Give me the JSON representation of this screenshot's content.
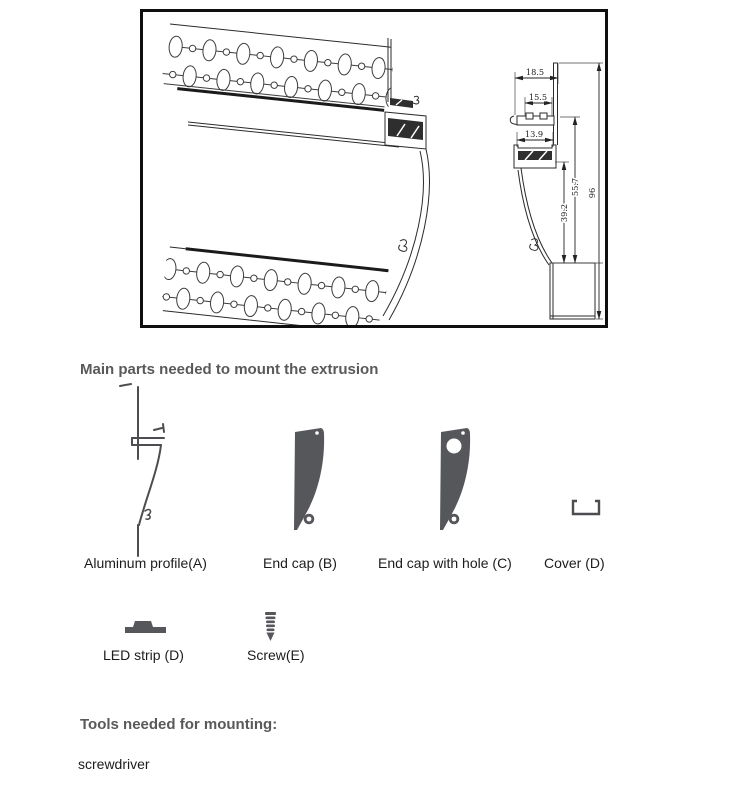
{
  "colors": {
    "heading": "#595959",
    "label": "#1c1c1c",
    "icon_fill": "#55575b",
    "line": "#2b2b2b"
  },
  "technical_drawing": {
    "dimensions": {
      "flange_width": "18.5",
      "recess_width": "15.5",
      "channel_width": "13.9",
      "curve_height": "39.2",
      "drop_height": "55.7",
      "total_height": "96"
    }
  },
  "parts_section": {
    "heading": "Main parts needed to mount the extrusion",
    "row1": [
      {
        "label": "Aluminum profile(A)"
      },
      {
        "label": "End cap (B)"
      },
      {
        "label": "End cap with hole (C)"
      },
      {
        "label": "Cover (D)"
      }
    ],
    "row2": [
      {
        "label": "LED strip (D)"
      },
      {
        "label": "Screw(E)"
      }
    ]
  },
  "tools_section": {
    "heading": "Tools needed for mounting:",
    "tool": "screwdriver"
  }
}
